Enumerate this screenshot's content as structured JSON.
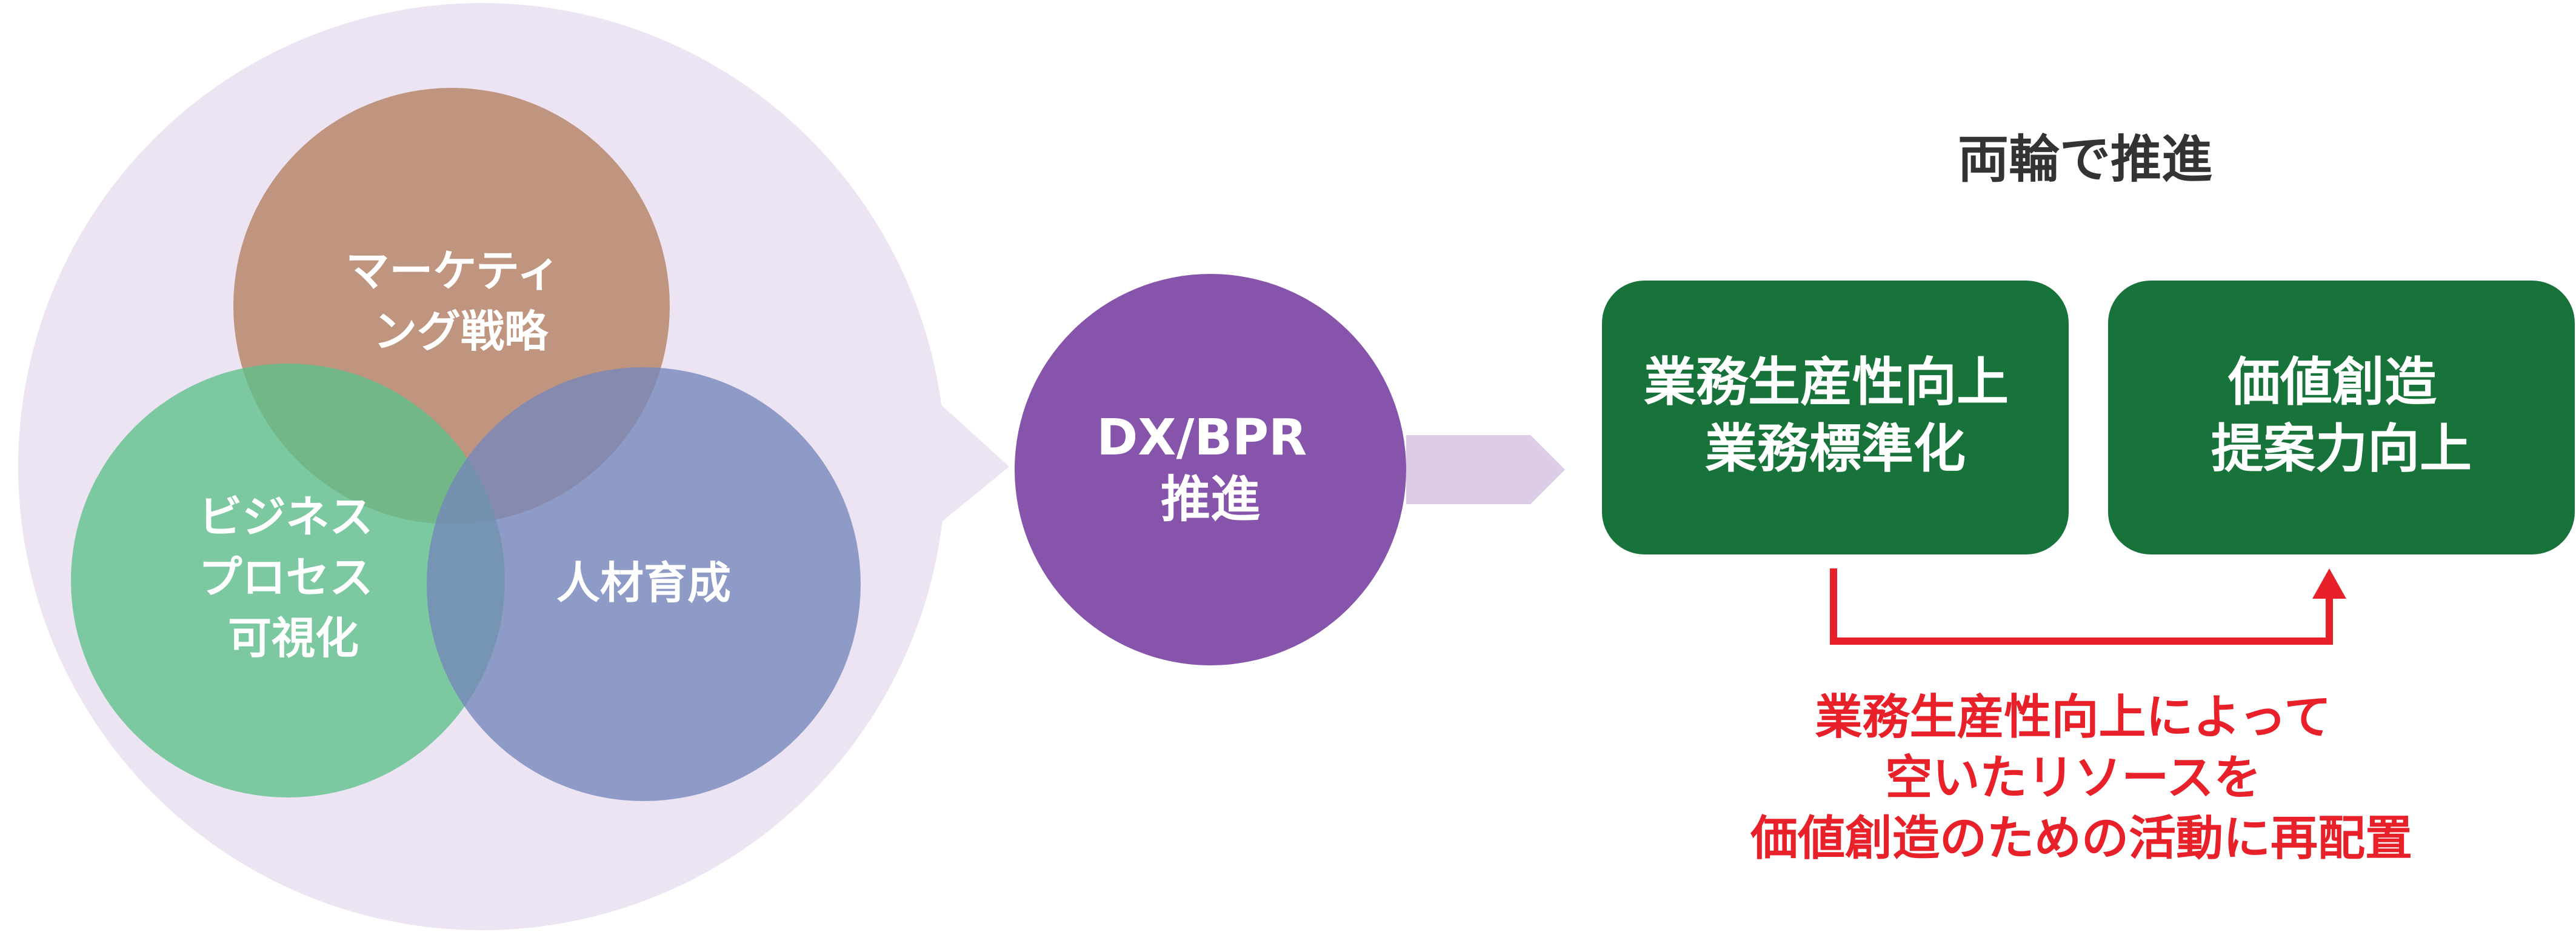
{
  "colors": {
    "bubble": "#ece4f2",
    "marketing": "#b88a6e",
    "business": "#5cc08a",
    "talent": "#7486bb",
    "dx": "#8754ab",
    "arrow": "#dccce6",
    "box": "#18733b",
    "red": "#e8202a",
    "heading": "#333333"
  },
  "venn": {
    "marketing": [
      "マーケティ",
      "ング戦略"
    ],
    "business": [
      "ビジネス",
      "プロセス",
      "可視化"
    ],
    "talent": [
      "人材育成"
    ]
  },
  "dx": [
    "DX/BPR",
    "推進"
  ],
  "heading": "両輪で推進",
  "boxes": [
    [
      "業務生産性向上",
      "業務標準化"
    ],
    [
      "価値創造",
      "提案力向上"
    ]
  ],
  "note": [
    "業務生産性向上によって",
    "空いたリソースを",
    "価値創造のための活動に再配置"
  ]
}
